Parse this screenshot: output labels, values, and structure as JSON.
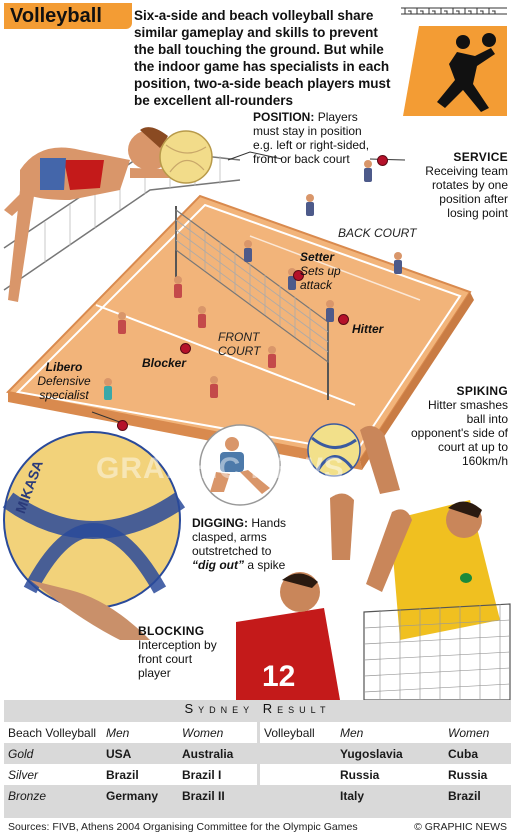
{
  "header": {
    "title": "Volleyball",
    "intro": "Six-a-side and beach volleyball share similar gameplay and skills to prevent the ball touching the ground. But while the indoor game has specialists in each position, two-a-side beach players must be excellent all-rounders"
  },
  "callouts": {
    "position": {
      "head": "POSITION:",
      "body": "Players must stay in position e.g. left or right-sided, front or back court"
    },
    "service": {
      "head": "SERVICE",
      "body": "Receiving team rotates by one position after losing point"
    },
    "spiking": {
      "head": "SPIKING",
      "body": "Hitter smashes ball into opponent's side of court at up to 160km/h"
    },
    "digging": {
      "head": "DIGGING:",
      "body1": "Hands clasped, arms outstretched to",
      "quote": "“dig out”",
      "body2": "a spike"
    },
    "blocking": {
      "head": "BLOCKING",
      "body": "Interception by front court player"
    }
  },
  "court": {
    "back_court": "BACK COURT",
    "front_court": "FRONT COURT",
    "setter_name": "Setter",
    "setter_desc": "Sets up attack",
    "hitter_name": "Hitter",
    "blocker_name": "Blocker",
    "libero_name": "Libero",
    "libero_desc": "Defensive specialist"
  },
  "watermark": "GRAPHIC NEWS",
  "ball_brand": "MIKASA",
  "jersey_number": "12",
  "results": {
    "heading": "Sydney Result",
    "beach": {
      "label": "Beach Volleyball",
      "men_label": "Men",
      "women_label": "Women",
      "rows": [
        {
          "medal": "Gold",
          "men": "USA",
          "women": "Australia"
        },
        {
          "medal": "Silver",
          "men": "Brazil",
          "women": "Brazil I"
        },
        {
          "medal": "Bronze",
          "men": "Germany",
          "women": "Brazil II"
        }
      ]
    },
    "indoor": {
      "label": "Volleyball",
      "men_label": "Men",
      "women_label": "Women",
      "rows": [
        {
          "men": "Yugoslavia",
          "women": "Cuba"
        },
        {
          "men": "Russia",
          "women": "Russia"
        },
        {
          "men": "Italy",
          "women": "Brazil"
        }
      ]
    }
  },
  "footer": {
    "sources": "Sources: FIVB, Athens 2004 Organising Committee for the Olympic Games",
    "credit": "© GRAPHIC NEWS"
  },
  "colors": {
    "accent": "#f39c34",
    "court": "#f2b47a",
    "court_dark": "#d98a4e",
    "marker": "#b5112a",
    "table_bg": "#d9d9d9"
  }
}
